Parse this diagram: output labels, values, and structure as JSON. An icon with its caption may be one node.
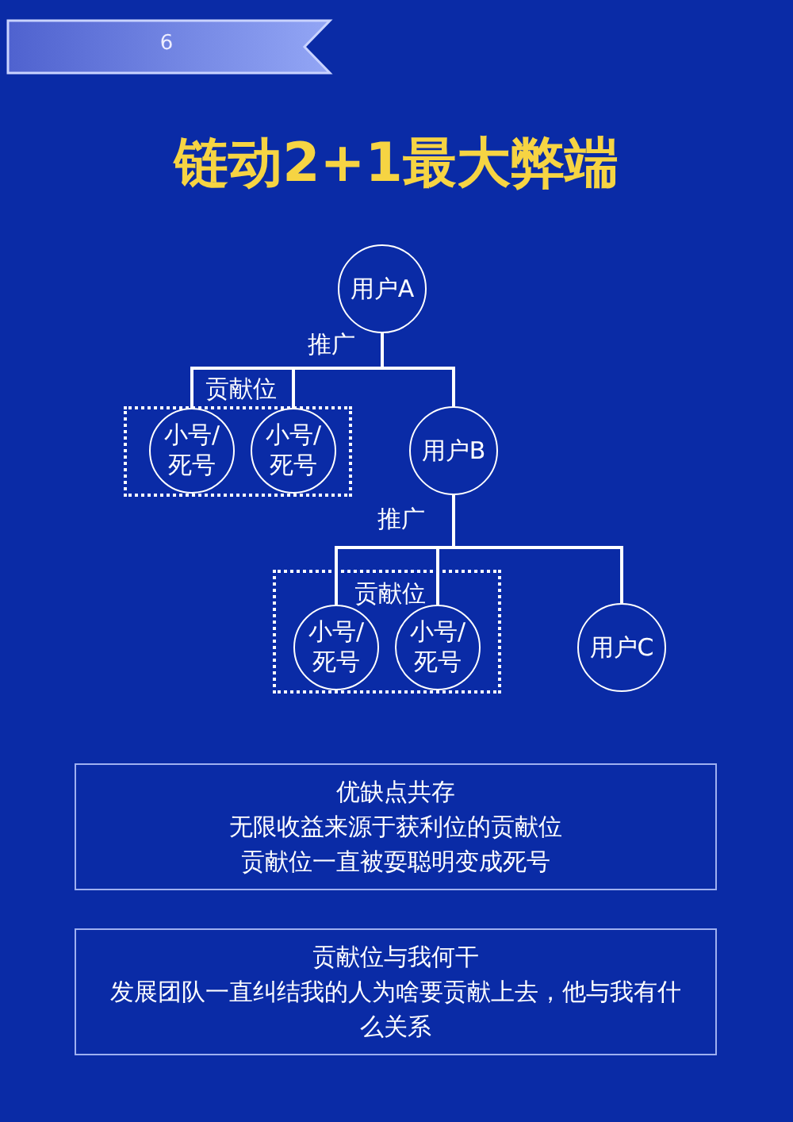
{
  "diagram": {
    "title": "链动2+1最大弊端",
    "nodes": [
      {
        "text": [
          "用户A"
        ]
      },
      {
        "text": [
          "贡献位"
        ]
      },
      {
        "text": [
          "小号/死号"
        ],
        "in": 1
      },
      {
        "text": [
          "小号/死号"
        ],
        "in": 1
      },
      {
        "text": [
          "用户B"
        ]
      },
      {
        "text": [
          "贡献位"
        ]
      },
      {
        "text": [
          "小号/死号"
        ],
        "in": 5
      },
      {
        "text": [
          "小号/死号"
        ],
        "in": 5
      },
      {
        "text": [
          "用户C"
        ]
      },
      {
        "text": [
          "优缺点共存",
          "无限收益来源于获利位的贡献位",
          "贡献位一直被耍聪明变成死号"
        ]
      },
      {
        "text": [
          "贡献位与我何干",
          "发展团队一直纠结我的人为啥要贡献上去，他与我有什么关系"
        ]
      }
    ],
    "edges": [
      {
        "from": 0,
        "to": 2,
        "arrow": "none"
      },
      {
        "from": 0,
        "to": 3,
        "arrow": "none"
      },
      {
        "from": 0,
        "to": 4,
        "arrow": "none"
      },
      {
        "from": 4,
        "to": 6,
        "arrow": "none"
      },
      {
        "from": 4,
        "to": 7,
        "arrow": "none"
      },
      {
        "from": 4,
        "to": 8,
        "arrow": "none"
      }
    ],
    "labels": [
      "6",
      "推广",
      "推广"
    ]
  }
}
